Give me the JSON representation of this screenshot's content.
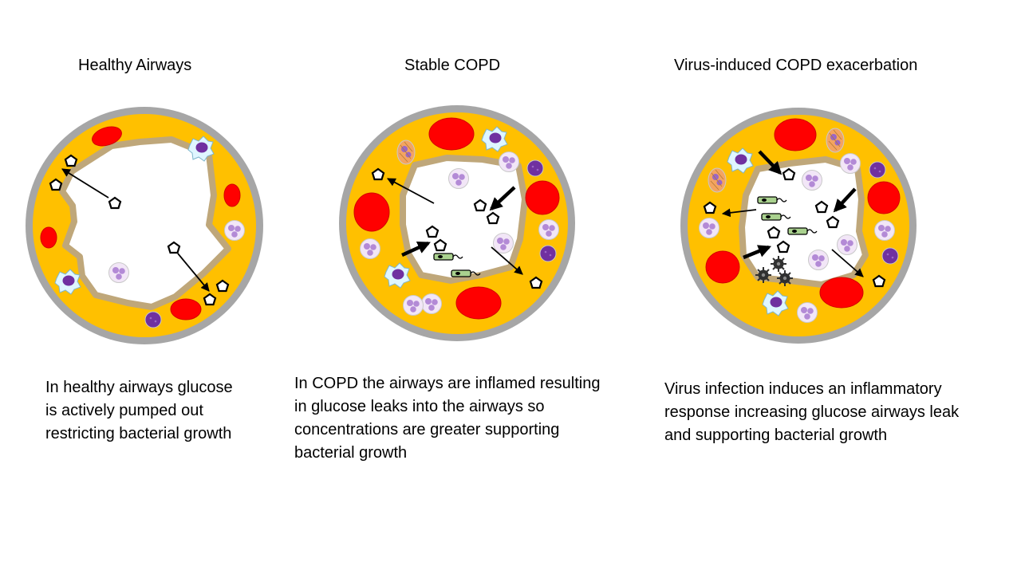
{
  "panels": [
    {
      "title": "Healthy Airways",
      "caption": [
        "In healthy airways glucose",
        "is actively pumped out",
        "restricting bacterial growth"
      ]
    },
    {
      "title": "Stable COPD",
      "caption": [
        "In COPD the airways are inflamed resulting",
        "in glucose leaks into the airways so",
        "concentrations are greater supporting",
        "bacterial growth"
      ]
    },
    {
      "title": "Virus-induced COPD exacerbation",
      "caption": [
        "Virus infection induces an inflammatory",
        "response increasing glucose airways leak",
        "and supporting bacterial growth"
      ]
    }
  ],
  "colors": {
    "airway_wall": "#a6a6a6",
    "tissue": "#ffc000",
    "basement_membrane": "#bfa77a",
    "lumen": "#ffffff",
    "red_blood_cell": "#ff0000",
    "neutrophil": "#f2e6f7",
    "neutrophil_nucleus": "#b38ad6",
    "macrophage_nucleus": "#7030a0",
    "eosinophil": "#f4a460",
    "bacterium": "#a9d18e",
    "virus": "#303030"
  }
}
